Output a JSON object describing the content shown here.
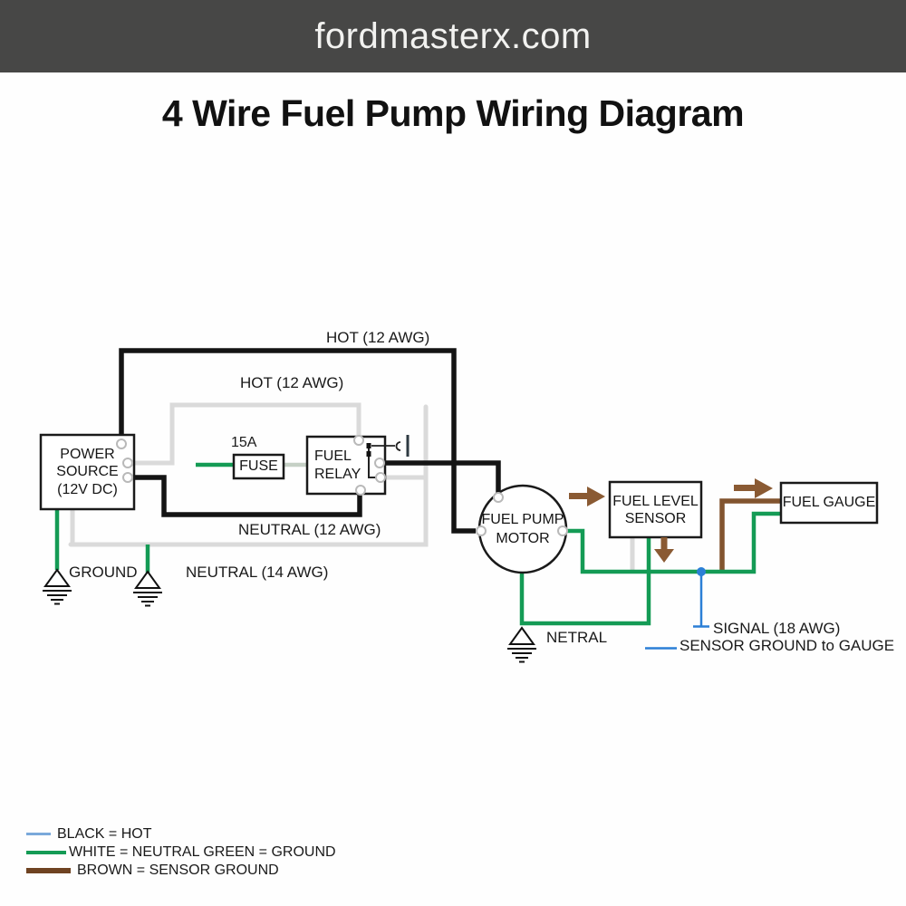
{
  "site_header": {
    "text": "fordmasterx.com",
    "bg_color": "#474746",
    "text_color": "#f2f2f0"
  },
  "title": "4 Wire Fuel Pump Wiring Diagram",
  "components": {
    "power_source": {
      "line1": "POWER",
      "line2": "SOURCE",
      "line3": "(12V DC)"
    },
    "fuse": {
      "rating": "15A",
      "label": "FUSE"
    },
    "fuel_relay": {
      "line1": "FUEL",
      "line2": "RELAY"
    },
    "fuel_pump_motor": {
      "line1": "FUEL PUMP",
      "line2": "MOTOR"
    },
    "fuel_level_sensor": {
      "line1": "FUEL LEVEL",
      "line2": "SENSOR"
    },
    "fuel_gauge": {
      "label": "FUEL GAUGE"
    }
  },
  "wire_labels": {
    "hot_main": "HOT (12 AWG)",
    "hot_branch": "HOT (12 AWG)",
    "neutral_12": "NEUTRAL (12 AWG)",
    "neutral_14": "NEUTRAL (14 AWG)",
    "ground": "GROUND",
    "netral": "NETRAL",
    "signal": "SIGNAL (18 AWG)",
    "sensor_ground": "SENSOR GROUND to GAUGE"
  },
  "legend": [
    {
      "color": "#7aa9da",
      "text": "BLACK = HOT"
    },
    {
      "color": "#149b55",
      "text": "WHITE = NEUTRAL GREEN = GROUND"
    },
    {
      "color": "#6f4322",
      "text": "BROWN = SENSOR GROUND"
    }
  ],
  "wire_colors": {
    "hot_black": "#141414",
    "neutral_white": "#dadada",
    "ground_green": "#149b55",
    "sensor_brown": "#82542f",
    "signal_blue": "#2b7fd6"
  }
}
